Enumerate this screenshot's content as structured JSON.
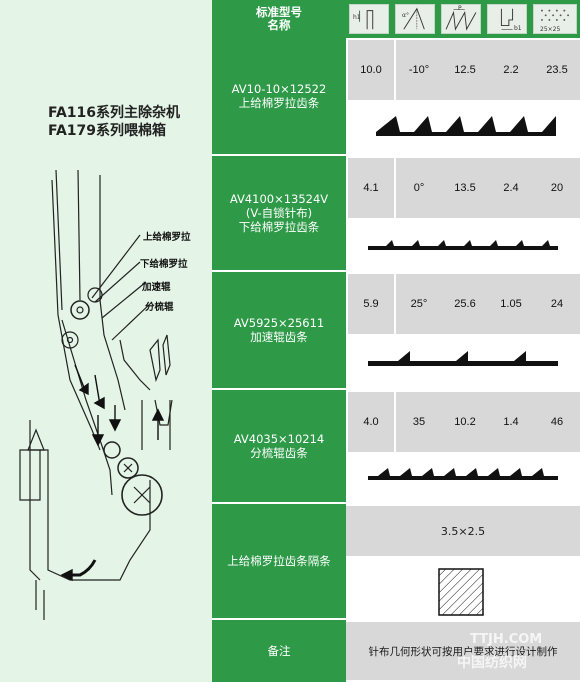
{
  "left_panel": {
    "title_line1": "FA116系列主除杂机",
    "title_line2": "FA179系列喂棉箱",
    "labels": {
      "upper_feed_roller": "上给棉罗拉",
      "lower_feed_roller": "下给棉罗拉",
      "accel_roller": "加速辊",
      "carding_roller": "分梳辊"
    }
  },
  "table": {
    "header": {
      "title_line1": "标准型号",
      "title_line2": "名称",
      "icon_labels": [
        "h1",
        "α°",
        "P",
        "b1",
        "25×25"
      ]
    },
    "rows": [
      {
        "name_lines": [
          "AV10-10×12522",
          "上给棉罗拉齿条"
        ],
        "values": [
          "10.0",
          "-10°",
          "12.5",
          "2.2",
          "23.5"
        ]
      },
      {
        "name_lines": [
          "AV4100×13524V",
          "(V-自锁针布)",
          "下给棉罗拉齿条"
        ],
        "values": [
          "4.1",
          "0°",
          "13.5",
          "2.4",
          "20"
        ]
      },
      {
        "name_lines": [
          "AV5925×25611",
          "加速辊齿条"
        ],
        "values": [
          "5.9",
          "25°",
          "25.6",
          "1.05",
          "24"
        ]
      },
      {
        "name_lines": [
          "AV4035×10214",
          "分梳辊齿条"
        ],
        "values": [
          "4.0",
          "35",
          "10.2",
          "1.4",
          "46"
        ]
      },
      {
        "name_lines": [
          "上给棉罗拉齿条隔条"
        ],
        "spacer_value": "3.5×2.5"
      },
      {
        "name_lines": [
          "备注"
        ],
        "note": "针布几何形状可按用户要求进行设计制作"
      }
    ]
  },
  "watermark": {
    "line1": "TTJH.COM",
    "line2": "中国纺织网"
  },
  "colors": {
    "green": "#2e9a48",
    "light_green": "#e4f4e6",
    "cell_gray": "#d8d8d8"
  }
}
